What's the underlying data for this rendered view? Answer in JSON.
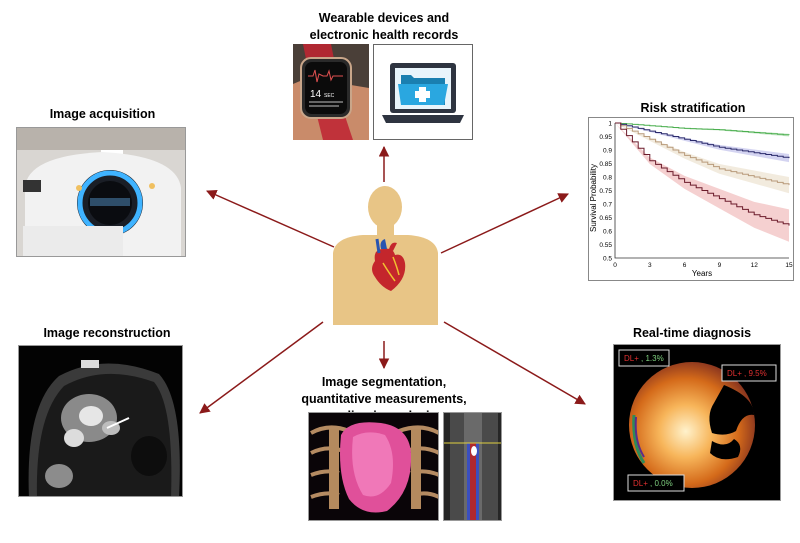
{
  "labels": {
    "wearables_line1": "Wearable devices and",
    "wearables_line2": "electronic health records",
    "acquisition": "Image acquisition",
    "risk": "Risk stratification",
    "reconstruction": "Image reconstruction",
    "realtime": "Real-time diagnosis",
    "segmentation_line1": "Image segmentation,",
    "segmentation_line2": "quantitative measurements,",
    "segmentation_line3": "radiomic analysis"
  },
  "watch_screen": {
    "time_value": "14",
    "time_unit": "SEC"
  },
  "survival_chart": {
    "ylabel": "Survival Probability",
    "xlabel": "Years",
    "yticks": [
      "1",
      "0.95",
      "0.9",
      "0.85",
      "0.8",
      "0.75",
      "0.7",
      "0.65",
      "0.6",
      "0.55",
      "0.5"
    ],
    "xticks": [
      "0",
      "3",
      "6",
      "9",
      "12",
      "15"
    ]
  },
  "polar_map": {
    "box1_prefix": "DL+",
    "box1_value": ", 1.3%",
    "box2_prefix": "DL+",
    "box2_value": ", 9.5%",
    "box3_prefix": "DL+",
    "box3_value": ", 0.0%"
  },
  "colors": {
    "arrow": "#8b1a1a",
    "figure": "#e8c586",
    "ehr_blue": "#1e9ed6",
    "dl_label_red": "#e03030",
    "dl_label_green": "#7fd07f"
  },
  "chart_data": {
    "type": "line",
    "xlabel": "Years",
    "ylabel": "Survival Probability",
    "xlim": [
      0,
      15
    ],
    "ylim": [
      0.5,
      1
    ],
    "series": [
      {
        "x": [
          0,
          3,
          6,
          9,
          12,
          15
        ],
        "values": [
          1.0,
          0.99,
          0.98,
          0.975,
          0.965,
          0.955
        ],
        "color": "#4caf50"
      },
      {
        "x": [
          0,
          3,
          6,
          9,
          12,
          15
        ],
        "values": [
          1.0,
          0.97,
          0.94,
          0.91,
          0.89,
          0.87
        ],
        "color": "#2b2b6b"
      },
      {
        "x": [
          0,
          3,
          6,
          9,
          12,
          15
        ],
        "values": [
          1.0,
          0.94,
          0.88,
          0.83,
          0.8,
          0.77
        ],
        "color": "#b89a7a"
      },
      {
        "x": [
          0,
          3,
          6,
          9,
          12,
          15
        ],
        "values": [
          1.0,
          0.86,
          0.78,
          0.72,
          0.66,
          0.62
        ],
        "color": "#6b1a2a"
      }
    ]
  }
}
